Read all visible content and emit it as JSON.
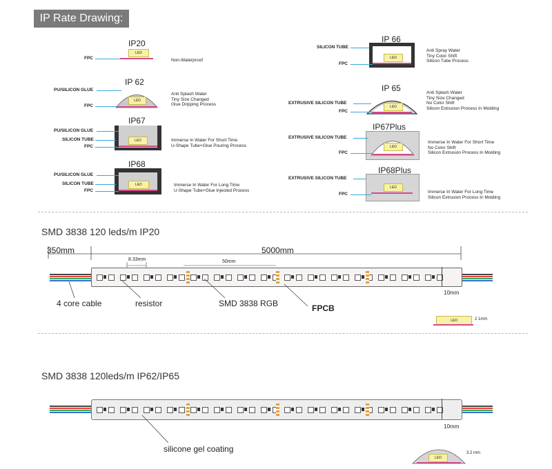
{
  "header": {
    "title": "IP Rate Drawing:"
  },
  "ip_items": [
    {
      "id": "ip20",
      "title": "IP20",
      "labels": [
        "FPC"
      ],
      "desc": "Non-Waterproof"
    },
    {
      "id": "ip62",
      "title": "IP 62",
      "labels": [
        "PU/SILICON GLUE",
        "FPC"
      ],
      "desc": "Anti Splash Water\nTiny Size Changed\nGlue Dripping Process"
    },
    {
      "id": "ip67",
      "title": "IP67",
      "labels": [
        "PU/SILICON GLUE",
        "SILICON TUBE",
        "FPC"
      ],
      "desc": "Immerse In Water For Short Time\nU-Shape Tube+Glue Pouring Process"
    },
    {
      "id": "ip68",
      "title": "IP68",
      "labels": [
        "PU/SILICON GLUE",
        "SILICON TUBE",
        "FPC"
      ],
      "desc": "Immerse In Water For Long Time\nU-Shape Tube+Glue Injected Process"
    },
    {
      "id": "ip66",
      "title": "IP 66",
      "labels": [
        "SILICON TUBE",
        "FPC"
      ],
      "desc": "Anti Spray Water\nTiny Color Shift\nSilicon Tube Process"
    },
    {
      "id": "ip65",
      "title": "IP 65",
      "labels": [
        "EXTRUSIVE SILICON TUBE",
        "FPC"
      ],
      "desc": "Anti Splash Water\nTiny Size Changed\nNo Color Shift\nSilicon Extrusion Process In Molding"
    },
    {
      "id": "ip67plus",
      "title": "IP67Plus",
      "labels": [
        "EXTRUSIVE SILICON TUBE",
        "FPC"
      ],
      "desc": "Immerse In Water For Short Time\nNo Color Shift\nSilicon Extrusion Process In Molding"
    },
    {
      "id": "ip68plus",
      "title": "IP68Plus",
      "labels": [
        "EXTRUSIVE SILICON TUBE",
        "FPC"
      ],
      "desc": "Immerse In Water For Long Time\nSilicon Extrusion Process In Molding"
    }
  ],
  "led_label": "LED",
  "section1": {
    "title": "SMD 3838  120 leds/m IP20",
    "dim_cable": "350mm",
    "dim_total": "5000mm",
    "dim_pitch": "8.33mm",
    "dim_cut": "50mm",
    "width": "10mm",
    "height": "2 1mm",
    "callouts": {
      "cable": "4 core cable",
      "resistor": "resistor",
      "smd": "SMD 3838 RGB",
      "fpcb": "FPCB"
    }
  },
  "section2": {
    "title": "SMD 3838  120leds/m IP62/IP65",
    "width": "10mm",
    "height": "3.2 mm",
    "callouts": {
      "coating": "silicone gel coating"
    }
  }
}
